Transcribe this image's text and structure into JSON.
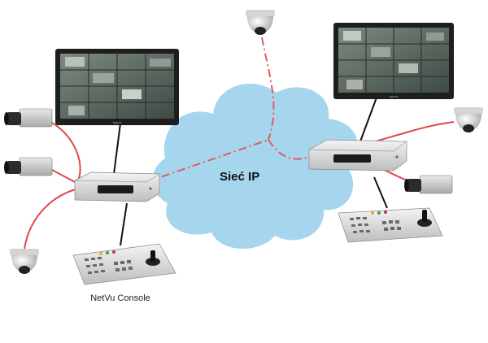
{
  "network": {
    "label": "Sieć IP"
  },
  "console": {
    "label": "NetVu Console"
  },
  "monitor_brand": "SANYO",
  "colors": {
    "cloud": "#a6d6ee",
    "cable_red": "#e04848",
    "cable_black": "#111111",
    "ip_link": "#e35a5a"
  },
  "nodes": {
    "left_site": [
      "monitor",
      "dvr",
      "keyboard",
      "box-camera",
      "box-camera",
      "dome-camera"
    ],
    "right_site": [
      "monitor",
      "dvr",
      "keyboard",
      "dome-camera",
      "box-camera"
    ],
    "remote": [
      "dome-camera"
    ]
  }
}
